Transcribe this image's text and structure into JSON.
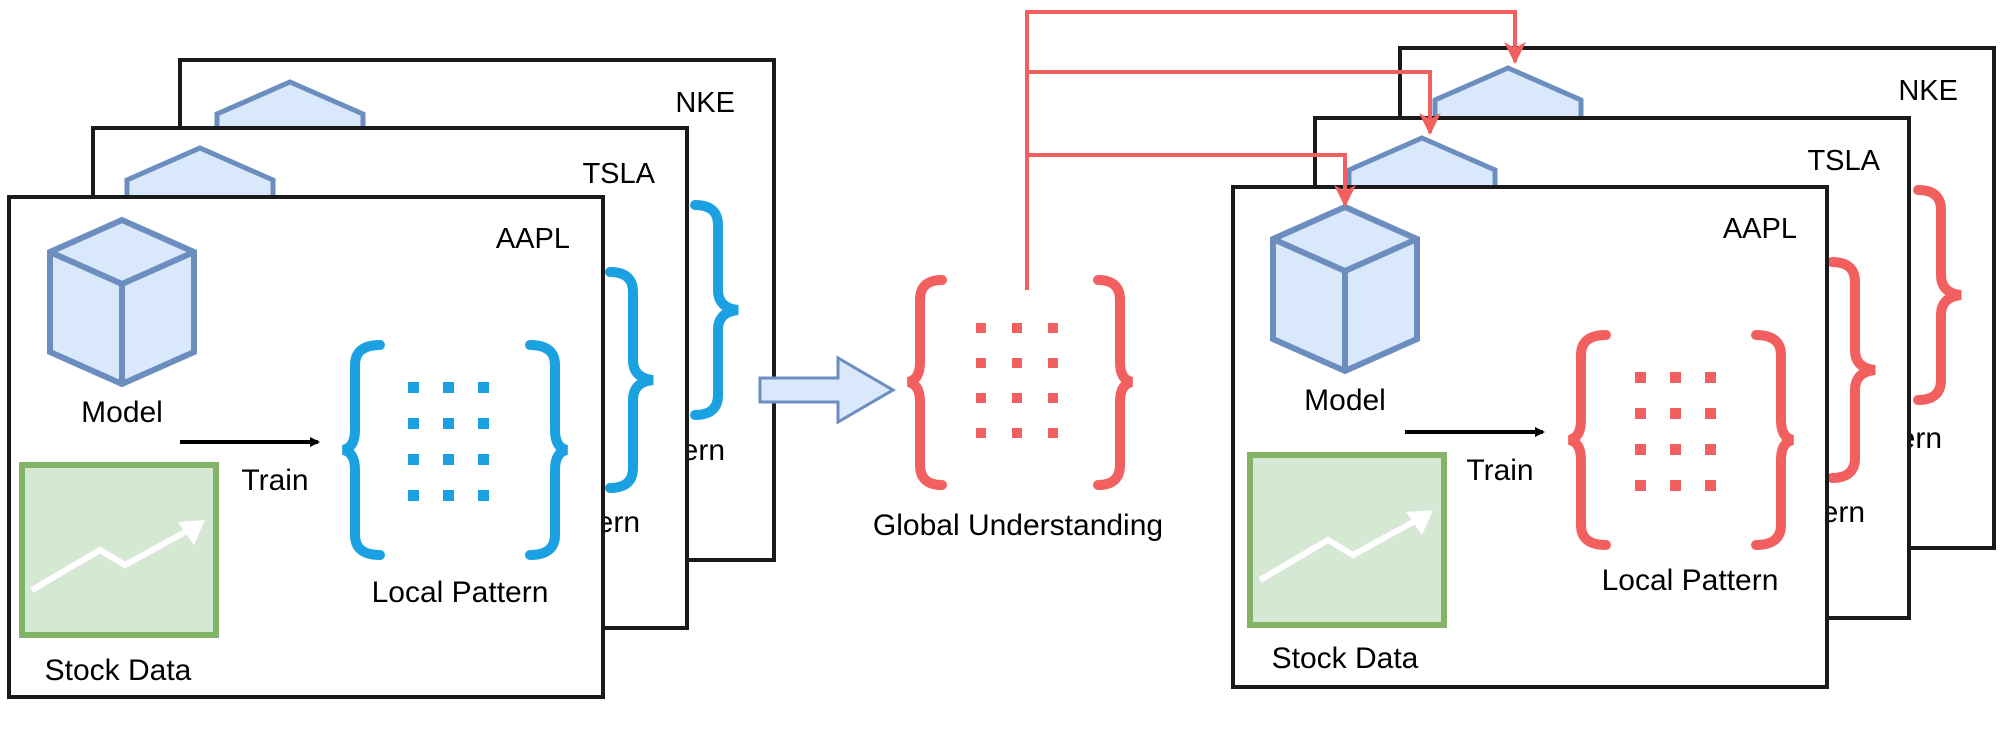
{
  "left_group": {
    "panels": [
      {
        "ticker": "AAPL",
        "model_label": "Model",
        "train_label": "Train",
        "pattern_label": "Local Pattern",
        "data_label": "Stock Data"
      },
      {
        "ticker": "TSLA",
        "pattern_label_partial": "ern"
      },
      {
        "ticker": "NKE",
        "pattern_label_partial": "ern"
      }
    ]
  },
  "center": {
    "label": "Global Understanding"
  },
  "right_group": {
    "panels": [
      {
        "ticker": "AAPL",
        "model_label": "Model",
        "train_label": "Train",
        "pattern_label": "Local Pattern",
        "data_label": "Stock Data"
      },
      {
        "ticker": "TSLA",
        "pattern_label_partial": "ern"
      },
      {
        "ticker": "NKE",
        "pattern_label_partial": "ern"
      }
    ]
  },
  "colors": {
    "local_pattern": "#1ba1e2",
    "global_pattern": "#f25f5f",
    "model_fill": "#dae8fc",
    "model_stroke": "#6c8ebf",
    "data_fill": "#d5e8d4",
    "data_stroke": "#82b366",
    "arrow_fill": "#dae8fc"
  },
  "icons": {
    "model": "cube-icon",
    "data": "trend-chart-icon",
    "pattern": "brace-grid-icon"
  }
}
